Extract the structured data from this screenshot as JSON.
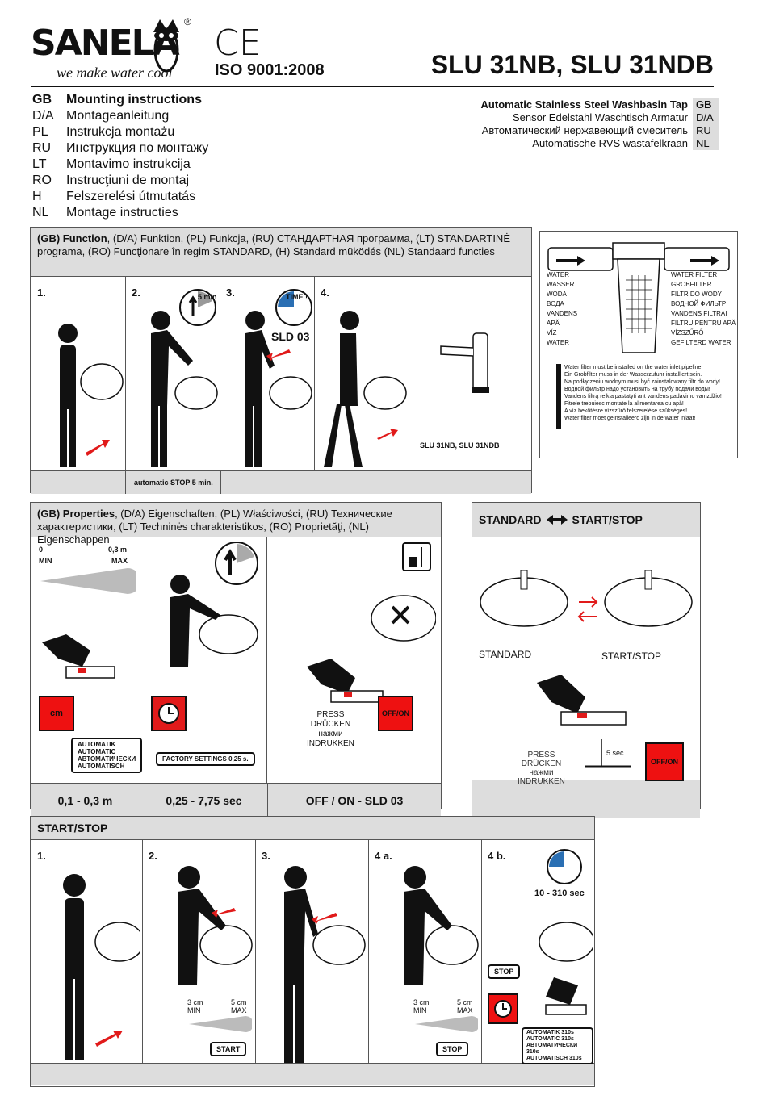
{
  "header": {
    "logo": "SANELA",
    "tagline": "we make water cool",
    "registered": "®",
    "ce": "CE",
    "iso": "ISO 9001:2008",
    "model": "SLU 31NB, SLU 31NDB"
  },
  "languages": [
    {
      "code": "GB",
      "label": "Mounting instructions"
    },
    {
      "code": "D/A",
      "label": "Montageanleitung"
    },
    {
      "code": "PL",
      "label": "Instrukcja montażu"
    },
    {
      "code": "RU",
      "label": "Инструкция по монтажу"
    },
    {
      "code": "LT",
      "label": "Montavimo instrukcija"
    },
    {
      "code": "RO",
      "label": "Instrucţiuni de montaj"
    },
    {
      "code": "H",
      "label": "Felszerelési útmutatás"
    },
    {
      "code": "NL",
      "label": "Montage instructies"
    }
  ],
  "product": [
    {
      "label": "Automatic Stainless Steel Washbasin Tap",
      "code": "GB"
    },
    {
      "label": "Sensor Edelstahl Waschtisch Armatur",
      "code": "D/A"
    },
    {
      "label": "Автоматический нержавеющий смеситель",
      "code": "RU"
    },
    {
      "label": "Automatische RVS wastafelkraan",
      "code": "NL"
    }
  ],
  "function_panel": {
    "title_bold": "(GB) Function",
    "title_rest": ", (D/A) Funktion, (PL) Funkcja, (RU) СТАНДАРТНАЯ программа, (LT) STANDARTINĖ programa, (RO) Funcţionare în regim STANDARD, (H) Standard müködés (NL) Standaard functies",
    "steps": [
      "1.",
      "2.",
      "3.",
      "4."
    ],
    "timer_2": "5 min",
    "timer_3": "TIME !",
    "sld": "SLD 03",
    "model_label": "SLU 31NB, SLU 31NDB",
    "footer": "automatic STOP 5 min."
  },
  "filter_panel": {
    "left_labels": [
      "WATER",
      "WASSER",
      "WODA",
      "ВОДА",
      "VANDENS",
      "APĂ",
      "VÍZ",
      "WATER"
    ],
    "right_labels": [
      "WATER FILTER",
      "GROBFILTER",
      "FILTR DO WODY",
      "ВОДНОЙ ФИЛЬТР",
      "VANDENS FILTRAI",
      "FILTRU PENTRU APĂ",
      "VÍZSZŰRŐ",
      "GEFILTERD WATER"
    ],
    "notes": [
      "Water filter must be installed on the water inlet pipeline!",
      "Ein Grobfilter muss in der Wasserzufuhr installiert sein.",
      "Na podłączeniu wodnym musi być zainstalowany filtr do wody!",
      "Водной фильтр надо установить на трубу подачи воды!",
      "Vandens filtrą reikia pastatyti ant vandens padavimo vamzdžio!",
      "Fitrele trebuiesc montate la alimentarea cu apă!",
      "A víz bekötésre vízszűrő felszerelése szükséges!",
      "Water filter moet geïnstalleerd zijn in de water inlaat!"
    ]
  },
  "properties_panel": {
    "title_bold": "(GB) Properties",
    "title_rest": ", (D/A) Eigenschaften, (PL) Właściwości, (RU) Технические характеристики, (LT) Techninės charakteristikos, (RO) Proprietăţi, (NL) Eigenschappen",
    "range_0": "0",
    "range_max": "0,3 m",
    "min": "MIN",
    "max": "MAX",
    "cm": "cm",
    "automatic": [
      "AUTOMATIK",
      "AUTOMATIC",
      "АВТОМАТИЧЕСКИ",
      "AUTOMATISCH"
    ],
    "timer": "0,25 - 7,75 sec",
    "factory": "FACTORY SETTINGS 0,25 s.",
    "press": [
      "PRESS",
      "DRÜCKEN",
      "нажми",
      "INDRUKKEN"
    ],
    "offon": "OFF/ON",
    "footer": [
      "0,1 - 0,3 m",
      "0,25 - 7,75 sec",
      "OFF / ON - SLD 03"
    ]
  },
  "standard_panel": {
    "title_a": "STANDARD",
    "title_b": "START/STOP",
    "standard": "STANDARD",
    "startstop": "START/STOP",
    "press": [
      "PRESS",
      "DRÜCKEN",
      "нажми",
      "INDRUKKEN"
    ],
    "sec": "5 sec",
    "offon": "OFF/ON"
  },
  "startstop_panel": {
    "title": "START/STOP",
    "steps": [
      "1.",
      "2.",
      "3.",
      "4 a.",
      "4 b."
    ],
    "cm3": "3 cm",
    "cm5": "5 cm",
    "min": "MIN",
    "max": "MAX",
    "start": "START",
    "stop": "STOP",
    "range": "10 - 310 sec",
    "automatic": [
      "AUTOMATIK 310s",
      "AUTOMATIC 310s",
      "АВТОМАТИЧЕСКИ 310s",
      "AUTOMATISCH 310s"
    ]
  },
  "colors": {
    "accent": "#e11a1a",
    "panel_header": "#dddddd",
    "blue": "#2a6fb3"
  }
}
